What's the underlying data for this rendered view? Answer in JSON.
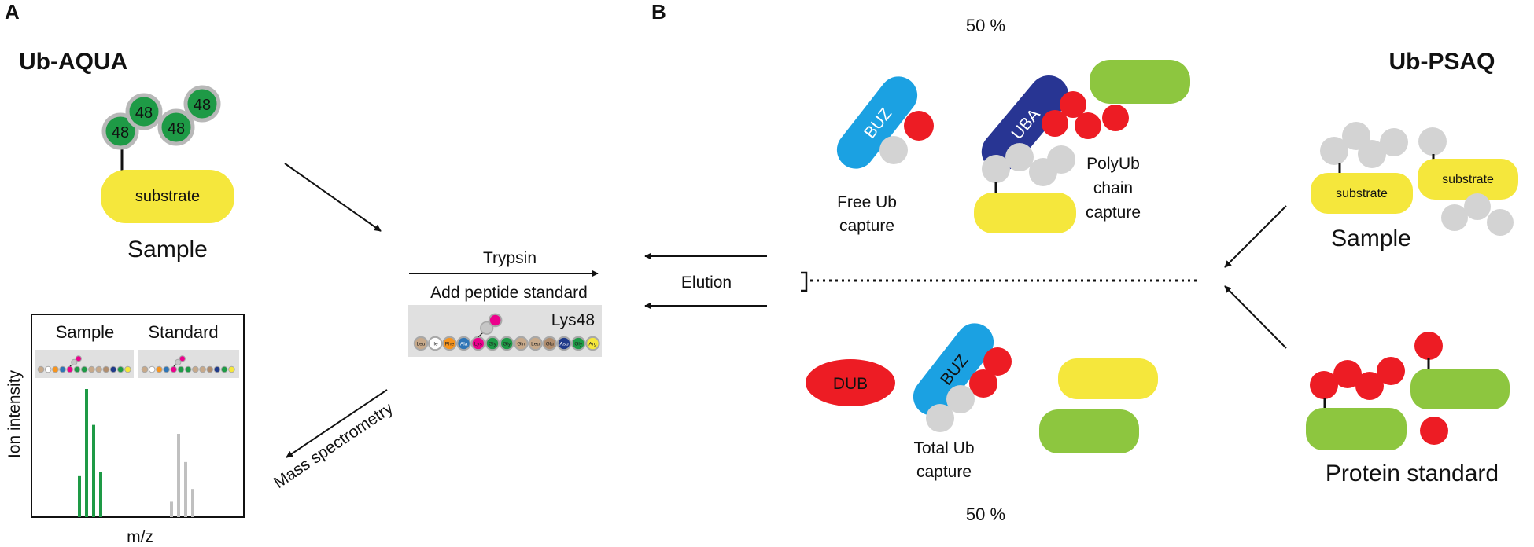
{
  "panels": {
    "a": {
      "letter": "A",
      "title": "Ub-AQUA",
      "ub_labels": [
        "48",
        "48",
        "48",
        "48"
      ],
      "substrate_label": "substrate",
      "sample_label": "Sample",
      "trypsin_label": "Trypsin",
      "peptide_label": "Add peptide standard",
      "lys_label": "Lys48",
      "peptide_residues": [
        "Leu",
        "Ile",
        "Phe",
        "Ala",
        "Lys",
        "Gly",
        "Gly",
        "Gln",
        "Leu",
        "Glu",
        "Asp",
        "Gly",
        "Arg"
      ],
      "ms_label": "Mass spectrometry",
      "spectrum": {
        "sample_label": "Sample",
        "standard_label": "Standard",
        "ylabel": "Ion intensity",
        "xlabel": "m/z",
        "sample_peaks": [
          0.32,
          1.0,
          0.72,
          0.35
        ],
        "standard_peaks": [
          0.12,
          0.65,
          0.43,
          0.22
        ]
      }
    },
    "b": {
      "letter": "B",
      "title": "Ub-PSAQ",
      "top_percent": "50 %",
      "bottom_percent": "50 %",
      "buz_label": "BUZ",
      "uba_label": "UBA",
      "dub_label": "DUB",
      "free_ub_label": [
        "Free Ub",
        "capture"
      ],
      "polyub_label": [
        "PolyUb",
        "chain",
        "capture"
      ],
      "total_ub_label": [
        "Total Ub",
        "capture"
      ],
      "elution_label": "Elution",
      "substrate_label": "substrate",
      "sample_label": "Sample",
      "protein_standard_label": "Protein standard"
    }
  },
  "colors": {
    "ubiquitin_gray": "#d3d3d3",
    "standard_red": "#ed1c24",
    "substrate_yellow": "#f5e73c",
    "standard_green": "#8dc63f",
    "k48_green": "#1e9a46",
    "buz_blue": "#1ba1e2",
    "uba_navy": "#283593"
  }
}
